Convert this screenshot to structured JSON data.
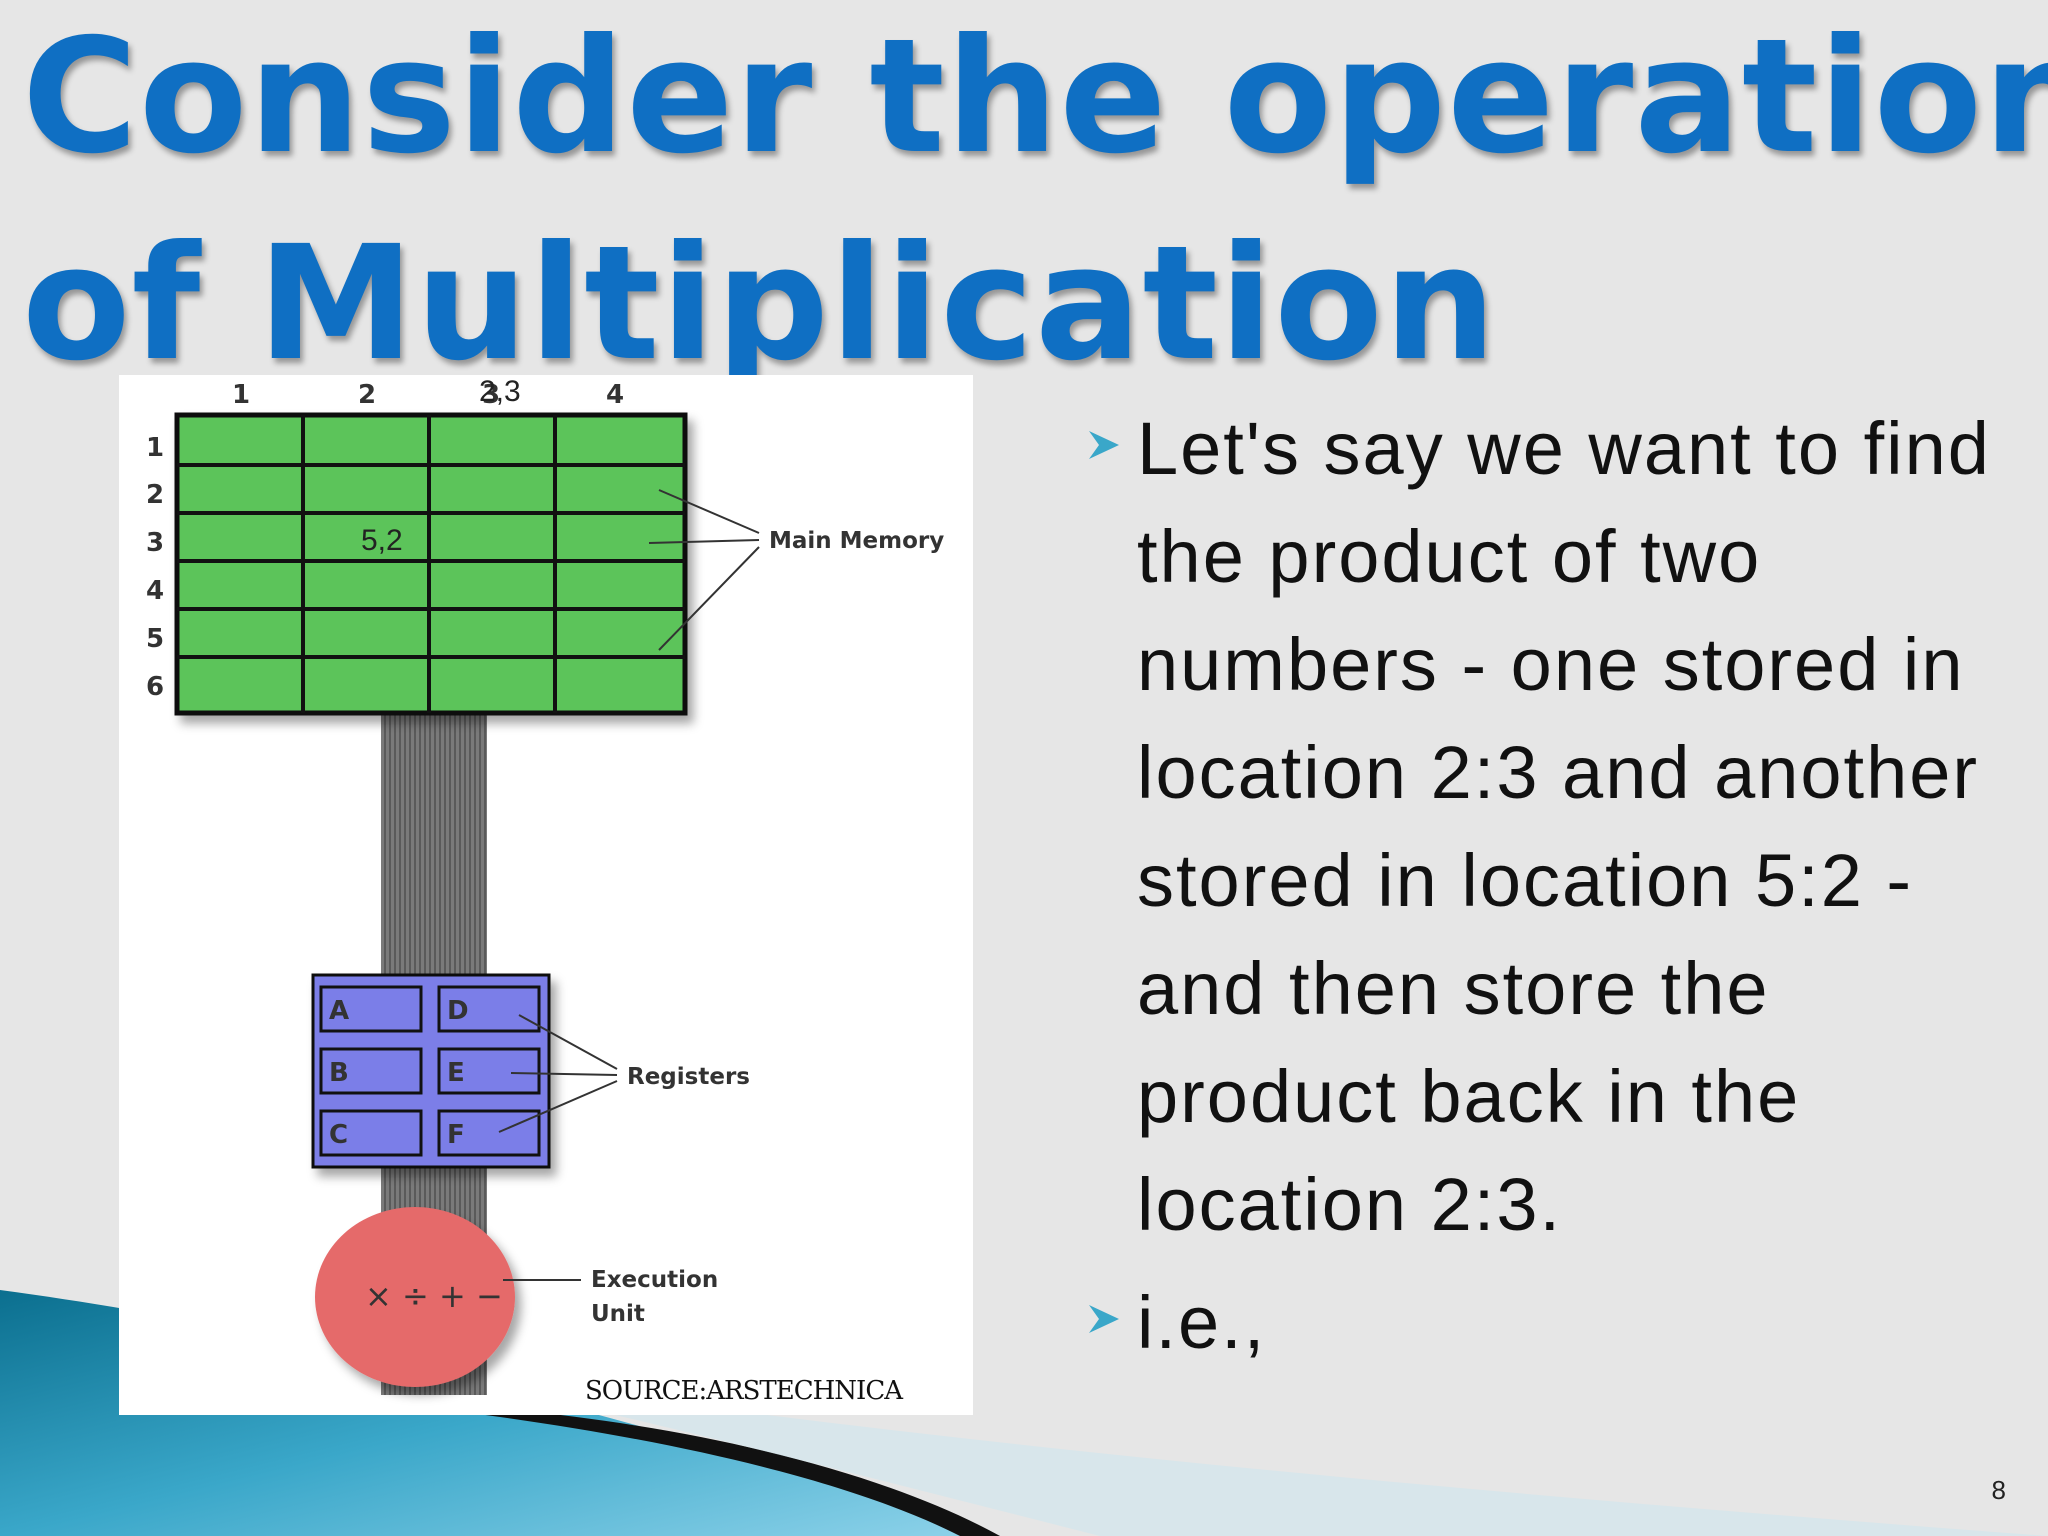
{
  "slide": {
    "title_line_1": "Consider the operation",
    "title_line_2": "of Multiplication",
    "page_number": "8",
    "accent_color": "#0f6fc3"
  },
  "figure": {
    "column_numbers": [
      "1",
      "2",
      "3",
      "4"
    ],
    "row_numbers": [
      "1",
      "2",
      "3",
      "4",
      "5",
      "6"
    ],
    "overlay_cell_label_top": "2,3",
    "overlay_cell_label_grid": "5,2",
    "main_memory_label": "Main Memory",
    "registers": [
      "A",
      "D",
      "B",
      "E",
      "C",
      "F"
    ],
    "registers_label": "Registers",
    "operators": "× ÷ + −",
    "execution_unit_label_1": "Execution",
    "execution_unit_label_2": "Unit",
    "source": "SOURCE:ARSTECHNICA",
    "memory_color": "#5cc45a",
    "register_color": "#7b7ee8",
    "execution_color": "#e56b6b"
  },
  "bullets": [
    {
      "text": "Let's say we want to find the product of two numbers - one stored in location 2:3 and another stored in location 5:2 - and then store the product back in the location 2:3."
    },
    {
      "text": "i.e.,"
    }
  ]
}
